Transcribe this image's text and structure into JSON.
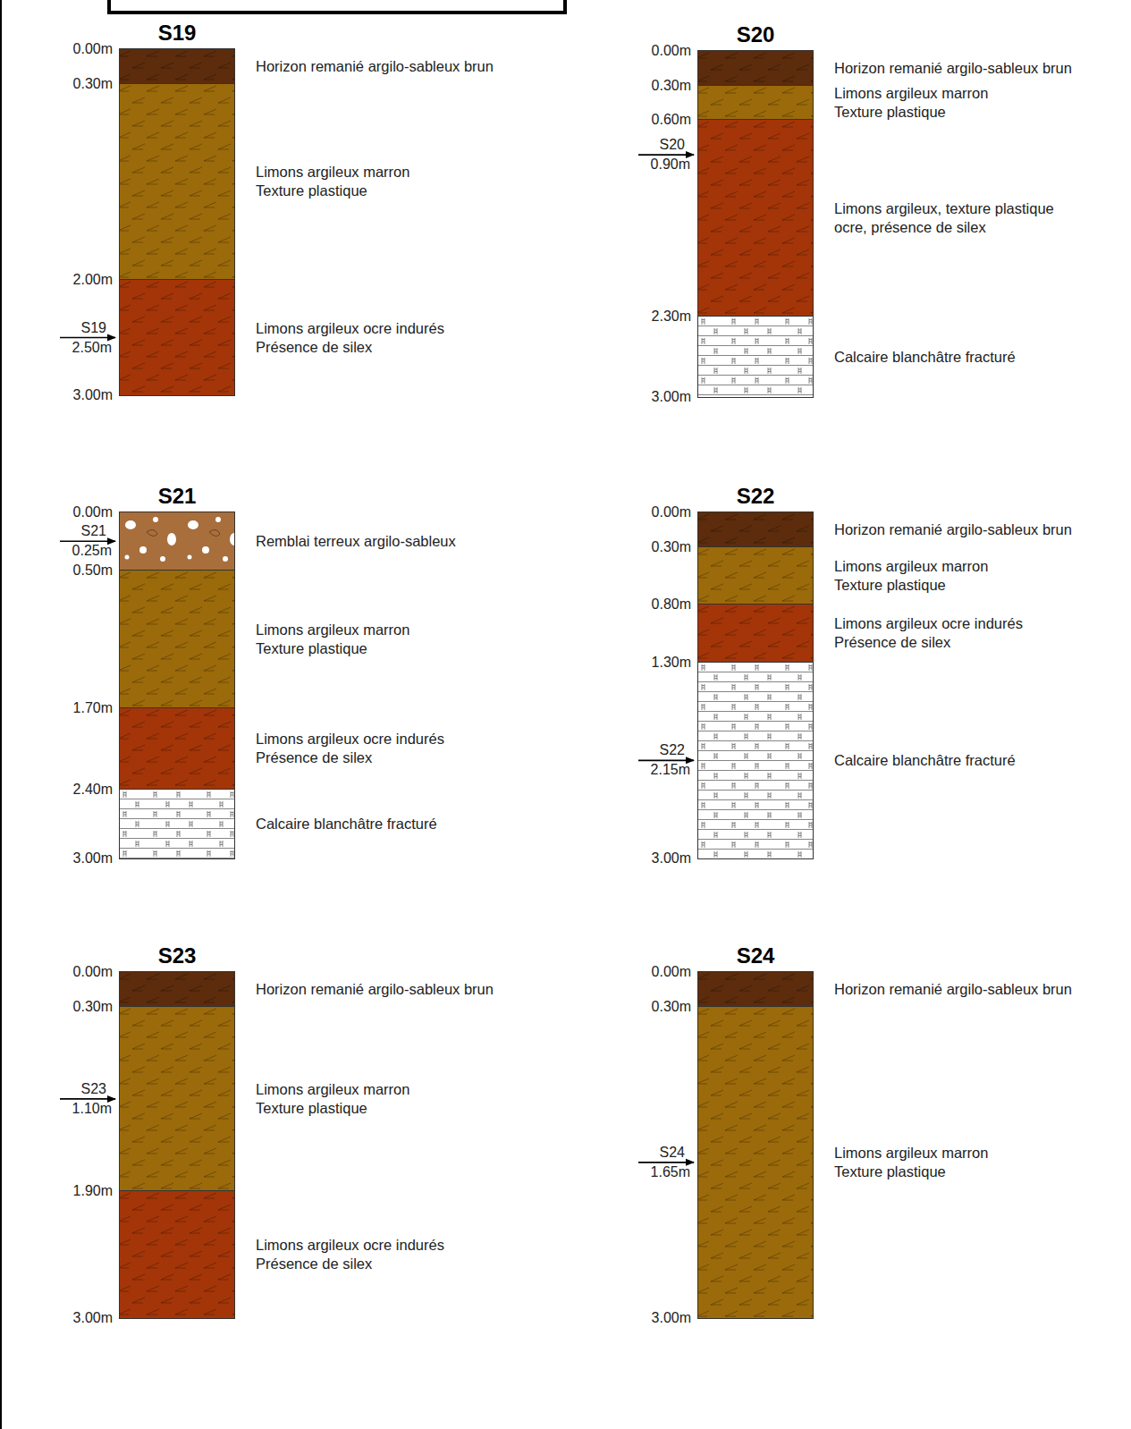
{
  "diagram": {
    "nodes": [
      {
        "text": [
          "S19"
        ]
      },
      {
        "text": [
          "Horizon remanié argilo-sableux brun"
        ],
        "in": 0
      },
      {
        "text": [
          "Limons argileux marron Texture plastique"
        ],
        "in": 0
      },
      {
        "text": [
          "Limons argileux ocre indurés Présence de silex"
        ],
        "in": 0
      },
      {
        "text": [
          "S20"
        ]
      },
      {
        "text": [
          "Horizon remanié argilo-sableux brun"
        ],
        "in": 4
      },
      {
        "text": [
          "Limons argileux marron Texture plastique"
        ],
        "in": 4
      },
      {
        "text": [
          "Limons argileux, texture plastique ocre, présence de silex"
        ],
        "in": 4
      },
      {
        "text": [
          "Calcaire blanchâtre fracturé"
        ],
        "in": 4
      },
      {
        "text": [
          "S21"
        ]
      },
      {
        "text": [
          "Remblai terreux argilo-sableux"
        ],
        "in": 9
      },
      {
        "text": [
          "Limons argileux marron Texture plastique"
        ],
        "in": 9
      },
      {
        "text": [
          "Limons argileux ocre indurés Présence de silex"
        ],
        "in": 9
      },
      {
        "text": [
          "Calcaire blanchâtre fracturé"
        ],
        "in": 9
      },
      {
        "text": [
          "S22"
        ]
      },
      {
        "text": [
          "Horizon remanié argilo-sableux brun"
        ],
        "in": 14
      },
      {
        "text": [
          "Limons argileux marron Texture plastique"
        ],
        "in": 14
      },
      {
        "text": [
          "Limons argileux ocre indurés Présence de silex"
        ],
        "in": 14
      },
      {
        "text": [
          "Calcaire blanchâtre fracturé"
        ],
        "in": 14
      },
      {
        "text": [
          "S23"
        ]
      },
      {
        "text": [
          "Horizon remanié argilo-sableux brun"
        ],
        "in": 19
      },
      {
        "text": [
          "Limons argileux marron Texture plastique"
        ],
        "in": 19
      },
      {
        "text": [
          "Limons argileux ocre indurés Présence de silex"
        ],
        "in": 19
      },
      {
        "text": [
          "S24"
        ]
      },
      {
        "text": [
          "Horizon remanié argilo-sableux brun"
        ],
        "in": 23
      },
      {
        "text": [
          "Limons argileux marron Texture plastique"
        ],
        "in": 23
      }
    ],
    "labels": [
      "0.00m",
      "0.30m",
      "2.00m",
      "S19",
      "2.50m",
      "3.00m",
      "0.00m",
      "0.30m",
      "0.60m",
      "S20",
      "0.90m",
      "2.30m",
      "3.00m",
      "0.00m",
      "S21",
      "0.25m",
      "0.50m",
      "1.70m",
      "2.40m",
      "3.00m",
      "0.00m",
      "0.30m",
      "0.80m",
      "1.30m",
      "S22",
      "2.15m",
      "3.00m",
      "0.00m",
      "0.30m",
      "S23",
      "1.10m",
      "1.90m",
      "3.00m",
      "0.00m",
      "0.30m",
      "S24",
      "1.65m",
      "3.00m"
    ]
  }
}
